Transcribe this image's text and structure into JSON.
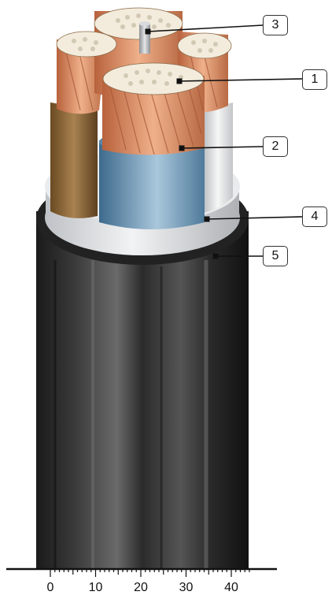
{
  "callouts": [
    {
      "id": "1",
      "label": "1"
    },
    {
      "id": "2",
      "label": "2"
    },
    {
      "id": "3",
      "label": "3"
    },
    {
      "id": "4",
      "label": "4"
    },
    {
      "id": "5",
      "label": "5"
    }
  ],
  "scale": {
    "labels": [
      "0",
      "10",
      "20",
      "30",
      "40"
    ]
  },
  "colors": {
    "copper": "#d9956c",
    "copper_dark": "#a9593a",
    "strand_end": "#f4eee0",
    "core_blue": "#7fa7c5",
    "core_brown": "#8e6a3a",
    "core_white": "#e8eaec",
    "filler": "#d7d9dc",
    "sheath": "#2a2a2a"
  }
}
